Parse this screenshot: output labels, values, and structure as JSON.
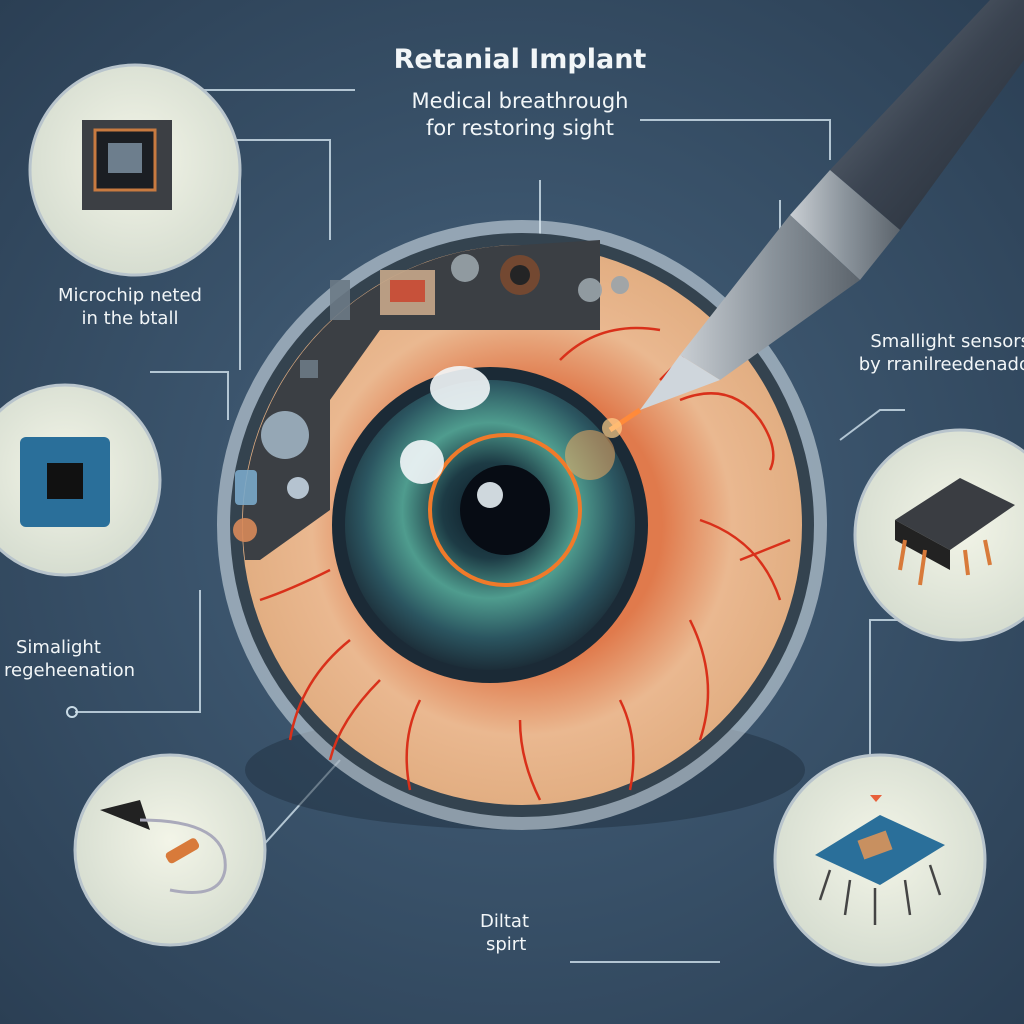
{
  "header": {
    "title": "Retanial Implant",
    "subtitle_line1": "Medical breathrough",
    "subtitle_line2": "for restoring sight"
  },
  "labels": {
    "microchip_line1": "Microchip neted",
    "microchip_line2": "in the btall",
    "sensors_line1": "Smallight sensors",
    "sensors_line2": "by rranilreedenado",
    "regeneration_line1": "Simalight",
    "regeneration_line2": "regeheenation",
    "spirt_line1": "Diltat",
    "spirt_line2": "spirt"
  },
  "colors": {
    "background": "#3a536b",
    "sclera": "#e9b98a",
    "vein": "#d9301a",
    "iris": "#3f8a86",
    "circuit": "#3b3f44",
    "callout_bg": "#e6ead8",
    "line": "#c9dbe6"
  }
}
